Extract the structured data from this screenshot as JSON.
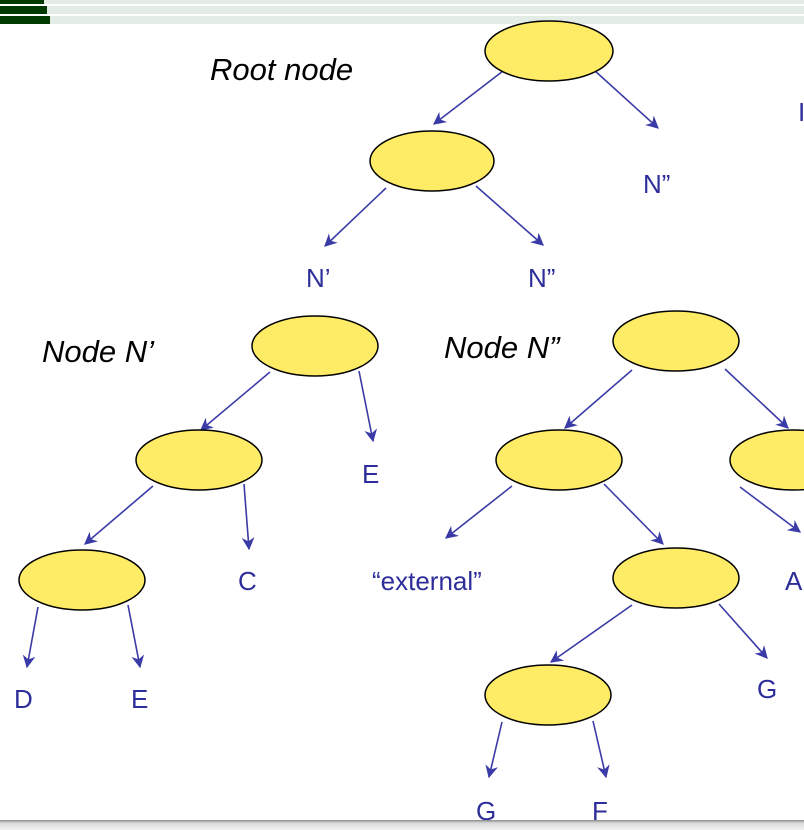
{
  "slide": {
    "theme_colors": {
      "header_dark": "#003a00",
      "header_light": "#e3ede6",
      "node_fill": "#ffec66",
      "node_stroke": "#000000",
      "edge_color": "#3b3ba8",
      "leaf_text": "#2e2e9a",
      "caption_text": "#000000"
    }
  },
  "diagram": {
    "captions": {
      "root": "Root node",
      "node_n1": "Node N’",
      "node_n2": "Node N”"
    },
    "root_tree": {
      "leaf_right_top": "N”",
      "leaf_left": "N’",
      "leaf_right": "N”",
      "cutoff_right": "I"
    },
    "tree_n1": {
      "leaf_E_top": "E",
      "leaf_C": "C",
      "leaf_D": "D",
      "leaf_E": "E"
    },
    "tree_n2": {
      "leaf_external": "“external”",
      "leaf_A": "A",
      "leaf_G_right": "G",
      "leaf_G_bottom": "G",
      "leaf_F": "F"
    }
  }
}
